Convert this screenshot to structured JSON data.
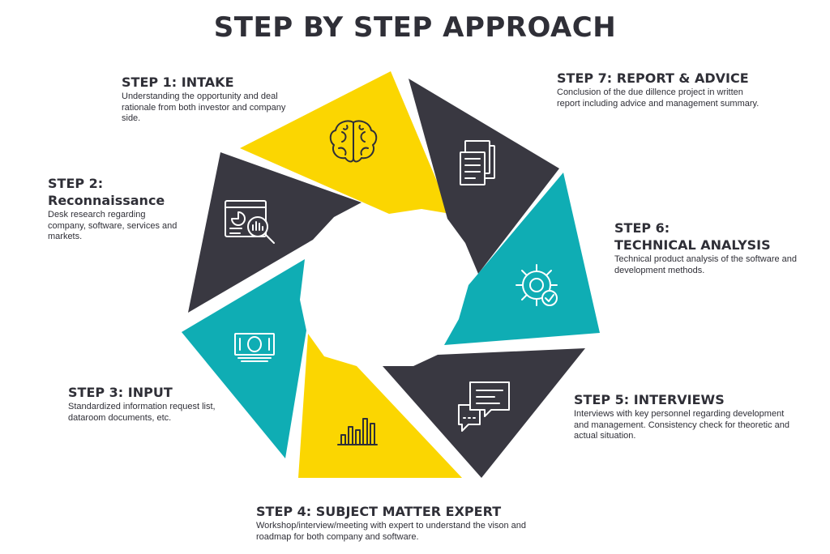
{
  "title": "STEP BY STEP APPROACH",
  "colors": {
    "yellow": "#fbd601",
    "dark": "#393841",
    "teal": "#0fadb4",
    "text": "#2f2f37"
  },
  "steps": [
    {
      "heading": "STEP 1: INTAKE",
      "description": "Understanding the opportunity and deal rationale from both investor and company side.",
      "icon": "brain-icon"
    },
    {
      "heading": "STEP 2:",
      "heading2": "Reconnaissance",
      "description": "Desk research regarding company, software, services and markets.",
      "icon": "analytics-magnifier-icon"
    },
    {
      "heading": "STEP 3: INPUT",
      "description": "Standardized information request list, dataroom documents, etc.",
      "icon": "banknote-icon"
    },
    {
      "heading": "STEP 4: SUBJECT MATTER EXPERT",
      "description": "Workshop/interview/meeting with expert to understand the vison and roadmap for both company and software.",
      "icon": "bar-chart-icon"
    },
    {
      "heading": "STEP 5: INTERVIEWS",
      "description": "Interviews with key personnel regarding development and management. Consistency check for theoretic and actual situation.",
      "icon": "chat-bubbles-icon"
    },
    {
      "heading": "STEP 6:",
      "heading2": "TECHNICAL ANALYSIS",
      "description": "Technical product analysis of the software and development methods.",
      "icon": "gear-check-icon"
    },
    {
      "heading": "STEP 7: REPORT & ADVICE",
      "description": "Conclusion of the due dillence project in written report including advice and management summary.",
      "icon": "documents-icon"
    }
  ]
}
